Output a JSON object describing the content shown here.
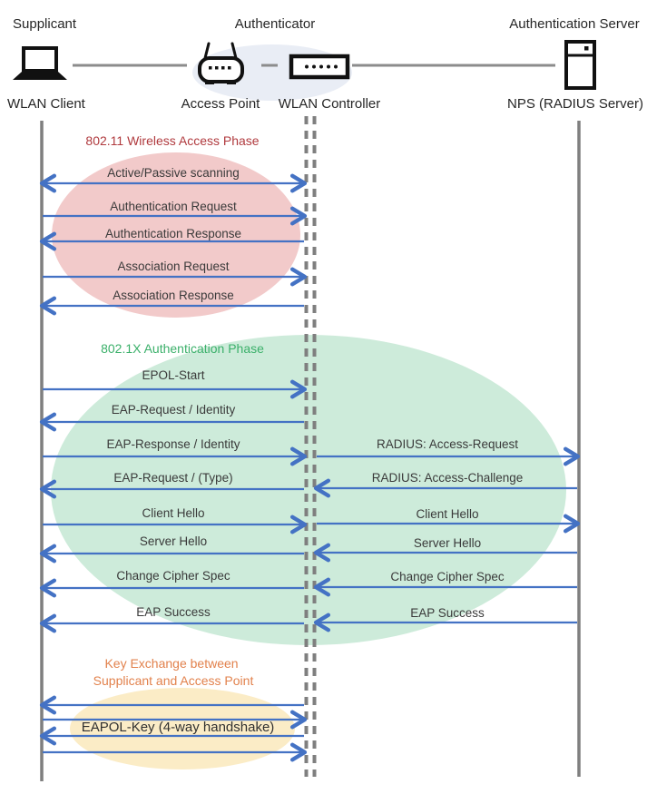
{
  "header": {
    "roles": {
      "supplicant": "Supplicant",
      "authenticator": "Authenticator",
      "authentication_server": "Authentication Server"
    },
    "devices": {
      "wlan_client": "WLAN Client",
      "access_point": "Access Point",
      "wlan_controller": "WLAN Controller",
      "nps": "NPS (RADIUS Server)"
    }
  },
  "phase1": {
    "title": "802.11 Wireless Access Phase",
    "messages": {
      "scanning": "Active/Passive scanning",
      "auth_request": "Authentication Request",
      "auth_response": "Authentication Response",
      "assoc_request": "Association Request",
      "assoc_response": "Association Response"
    }
  },
  "phase2": {
    "title": "802.1X Authentication Phase",
    "left": {
      "epol_start": "EPOL-Start",
      "eap_request_identity": "EAP-Request / Identity",
      "eap_response_identity": "EAP-Response / Identity",
      "eap_request_type": "EAP-Request / (Type)",
      "client_hello": "Client Hello",
      "server_hello": "Server Hello",
      "change_cipher_spec": "Change Cipher Spec",
      "eap_success": "EAP Success"
    },
    "right": {
      "radius_access_request": "RADIUS: Access-Request",
      "radius_access_challenge": "RADIUS: Access-Challenge",
      "client_hello": "Client Hello",
      "server_hello": "Server Hello",
      "change_cipher_spec": "Change Cipher Spec",
      "eap_success": "EAP Success"
    }
  },
  "phase3": {
    "title_line1": "Key Exchange between",
    "title_line2": "Supplicant and Access Point",
    "messages": {
      "eapol_key": "EAPOL-Key (4-way handshake)"
    }
  },
  "colors": {
    "arrow_blue": "#4472C4",
    "lifeline_gray": "#7F7F7F",
    "phase1_title": "#B03A3E",
    "phase1_fill": "#F2CACA",
    "phase2_title": "#3BB06A",
    "phase2_fill": "#CDEBDA",
    "phase3_title": "#E2824D",
    "phase3_fill": "#FBECC6",
    "header_ellipse_fill": "#E9EDF5"
  }
}
